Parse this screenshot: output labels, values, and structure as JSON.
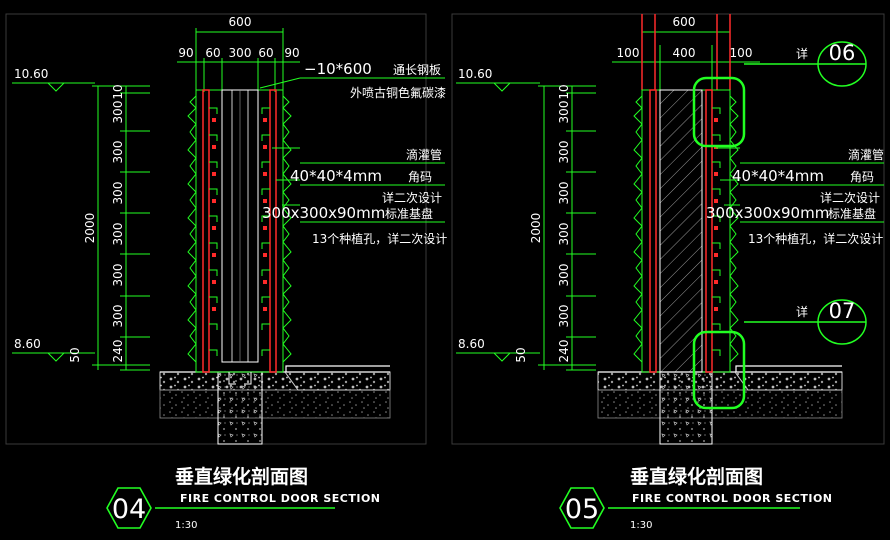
{
  "colors": {
    "background": "#000000",
    "cad_green": "#22ff22",
    "cad_red": "#ff2a2a",
    "cad_white": "#ffffff",
    "panel_border": "#3a3a3a"
  },
  "left": {
    "top_dim_total": "600",
    "top_dims": [
      "90",
      "60",
      "300",
      "60",
      "90"
    ],
    "elevation_top": "10.60",
    "elevation_bottom": "8.60",
    "vertical_dims": [
      "10",
      "300",
      "300",
      "300",
      "300",
      "300",
      "300",
      "240",
      "50"
    ],
    "overall_height": "2000",
    "ann_plate": "−10*600",
    "ann_plate_suffix": "通长钢板",
    "ann_paint": "外喷古铜色氟碳漆",
    "ann_drip": "滴灌管",
    "ann_angle": "40*40*4mm",
    "ann_angle_suffix": "角码",
    "ann_detail2": "详二次设计",
    "ann_base": "300x300x90mm",
    "ann_base_suffix": "标准基盘",
    "ann_holes": "13个种植孔，详二次设计",
    "title": "垂直绿化剖面图",
    "subtitle": "FIRE CONTROL DOOR SECTION",
    "scale": "1:30",
    "number": "04"
  },
  "right": {
    "top_dim_total": "600",
    "top_dims": [
      "100",
      "400",
      "100"
    ],
    "elevation_top": "10.60",
    "elevation_bottom": "8.60",
    "vertical_dims": [
      "10",
      "300",
      "300",
      "300",
      "300",
      "300",
      "300",
      "240",
      "50"
    ],
    "overall_height": "2000",
    "detail_label": "详",
    "detail_a": "06",
    "detail_b": "07",
    "ann_drip": "滴灌管",
    "ann_angle": "40*40*4mm",
    "ann_angle_suffix": "角码",
    "ann_detail2": "详二次设计",
    "ann_base": "300x300x90mm",
    "ann_base_suffix": "标准基盘",
    "ann_holes": "13个种植孔，详二次设计",
    "title": "垂直绿化剖面图",
    "subtitle": "FIRE CONTROL DOOR SECTION",
    "scale": "1:30",
    "number": "05"
  }
}
